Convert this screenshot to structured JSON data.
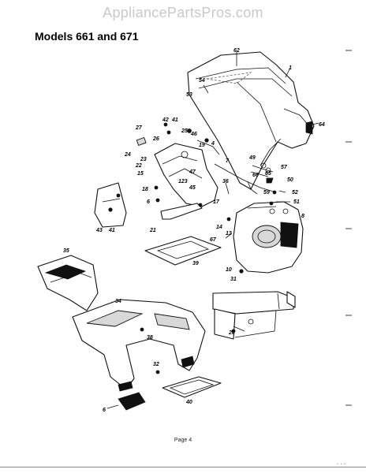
{
  "watermark": "AppliancePartsPros.com",
  "title": "Models 661 and 671",
  "footer": "Page 4",
  "corner_mark": ". . .",
  "callouts": [
    "62",
    "1",
    "54",
    "53",
    "64",
    "42",
    "41",
    "27",
    "26",
    "25",
    "46",
    "4",
    "19",
    "24",
    "23",
    "22",
    "15",
    "47",
    "123",
    "45",
    "18",
    "6",
    "21",
    "7",
    "36",
    "49",
    "66",
    "65",
    "57",
    "50",
    "59",
    "52",
    "51",
    "8",
    "17",
    "14",
    "13",
    "67",
    "39",
    "10",
    "31",
    "43",
    "41",
    "35",
    "34",
    "38",
    "32",
    "20",
    "6",
    "40"
  ]
}
